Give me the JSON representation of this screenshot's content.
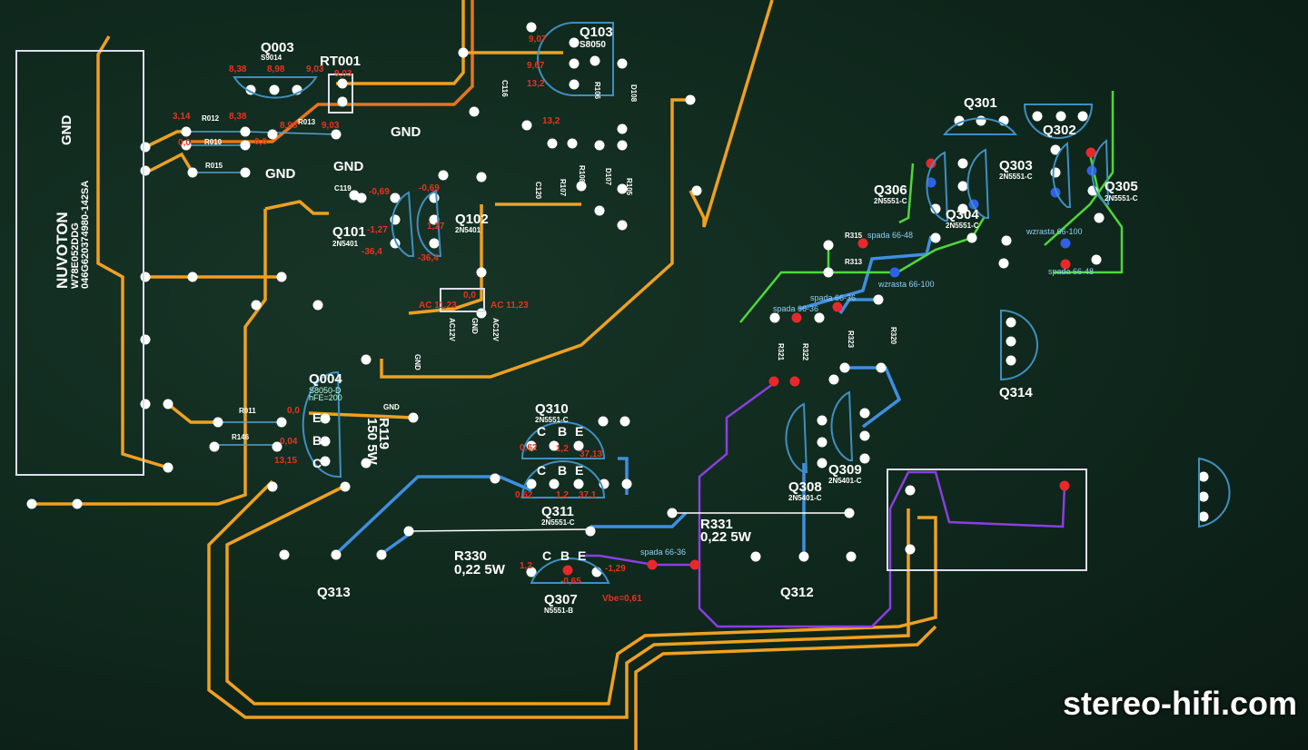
{
  "chip": {
    "brand": "NUVOTON",
    "model": "W78E052DDG",
    "code": "046G620374980-142SA",
    "gnd": "GND"
  },
  "labels": {
    "q003": "Q003",
    "q003_type": "S9014",
    "rt001": "RT001",
    "r012": "R012",
    "r013": "R013",
    "r010": "R010",
    "r015": "R015",
    "gnd": "GND",
    "q103": "Q103",
    "q103_type": "S8050",
    "c116": "C116",
    "r106": "R106",
    "d108": "D108",
    "r108": "R108",
    "d107": "D107",
    "r107": "R107",
    "r105": "R105",
    "c120": "C120",
    "c119": "C119",
    "q101": "Q101",
    "q101_type": "2N5401",
    "q102": "Q102",
    "q102_type": "2N5401",
    "ac12v": "AC12V",
    "q004": "Q004",
    "q004_type": "S8050-D",
    "q004_hfe": "hFE=200",
    "r011": "R011",
    "r146": "R146",
    "r119": "R119",
    "r119_val": "150 5W",
    "q310": "Q310",
    "q311": "Q311",
    "t2n5551c": "2N5551-C",
    "t2n5401c": "2N5401-C",
    "r330": "R330",
    "r_val": "0,22 5W",
    "q313": "Q313",
    "q307": "Q307",
    "q307_type": "N5551-B",
    "r331": "R331",
    "q312": "Q312",
    "q308": "Q308",
    "q309": "Q309",
    "r321": "R321",
    "r322": "R322",
    "r323": "R323",
    "r320": "R320",
    "q301": "Q301",
    "q302": "Q302",
    "q303": "Q303",
    "q304": "Q304",
    "q305": "Q305",
    "q306": "Q306",
    "r315": "R315",
    "r313": "R313",
    "q314": "Q314",
    "c": "C",
    "b": "B",
    "e": "E"
  },
  "voltages": {
    "v838": "8,38",
    "v898": "8,98",
    "v903": "9,03",
    "v314": "3,14",
    "v00": "0,0",
    "v907": "9,07",
    "v967": "9,67",
    "v132": "13,2",
    "vm069": "-0,69",
    "vm127": "-1,27",
    "v127": "1,27",
    "vm364": "-36,4",
    "ac1123": "AC 11,23",
    "v004": "0,04",
    "v1315": "13,15",
    "v062": "0,62",
    "v12": "1,2",
    "v3713": "37,13",
    "v371": "37,1",
    "vm065": "-0,65",
    "vm129": "-1,29",
    "vbe": "Vbe=0,61"
  },
  "notes": {
    "spada6636": "spada 66-36",
    "spada6648": "spada 66-48",
    "wzrasta66100": "wzrasta 66-100"
  },
  "watermark": "stereo-hifi.com",
  "colors": {
    "board": "#0f271c",
    "trace_orange": "#f0a020",
    "trace_blue": "#3f8fe0",
    "trace_green": "#4ed83a",
    "trace_purple": "#8a3fe0",
    "voltage": "#e8321e"
  }
}
